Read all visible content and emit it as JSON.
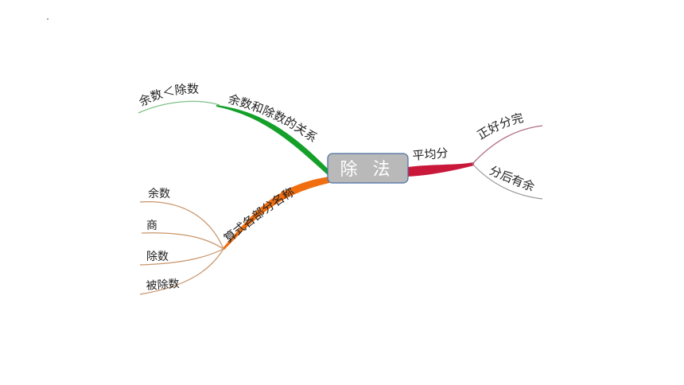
{
  "central": {
    "label": "除 法"
  },
  "colors": {
    "central_fill": "#b9b9b9",
    "central_border": "#4a6fa5",
    "relation_branch": "#15a02a",
    "relation_leaf": "#7fbf86",
    "names_branch": "#f06e0f",
    "names_leaf": "#c89468",
    "avg_branch": "#c9183a",
    "avg_leaf": "#b07088",
    "remainder_leaf": "#9a9a9a"
  },
  "branches": {
    "relation": {
      "label": "余数和除数的关系",
      "leaf": "余数＜除数"
    },
    "names": {
      "label": "算式各部分名称",
      "leaves": [
        "余数",
        "商",
        "除数",
        "被除数"
      ]
    },
    "average": {
      "label": "平均分",
      "leaves": [
        "正好分完",
        "分后有余"
      ]
    }
  }
}
